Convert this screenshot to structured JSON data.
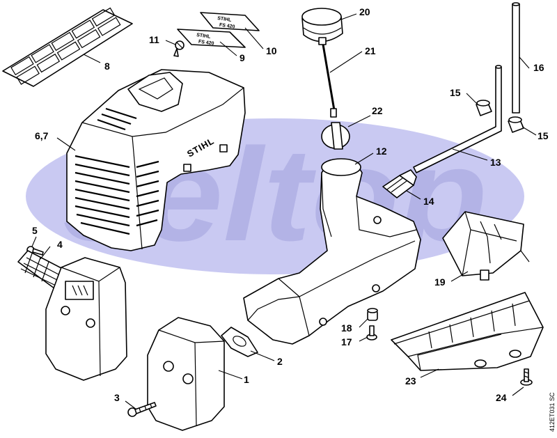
{
  "colors": {
    "watermark_ellipse": "#c9c9f2",
    "watermark_text": "#b3b3e6",
    "line": "#000000"
  },
  "watermark": {
    "text": "seltop"
  },
  "decal_text": {
    "line1": "STIHL",
    "line2": "FS 420"
  },
  "cover_logo": "STIHL",
  "doc_ref": "412ET031 SC",
  "callouts": {
    "c1": "1",
    "c2": "2",
    "c3": "3",
    "c4": "4",
    "c5": "5",
    "c67": "6,7",
    "c8": "8",
    "c9": "9",
    "c10": "10",
    "c11": "11",
    "c12": "12",
    "c13": "13",
    "c14": "14",
    "c15a": "15",
    "c15b": "15",
    "c16": "16",
    "c17": "17",
    "c18": "18",
    "c19": "19",
    "c20": "20",
    "c21": "21",
    "c22": "22",
    "c23": "23",
    "c24": "24"
  },
  "icons": [
    "screw-icon",
    "fuel-cap-icon",
    "fuel-filter-icon",
    "grommet-icon"
  ]
}
